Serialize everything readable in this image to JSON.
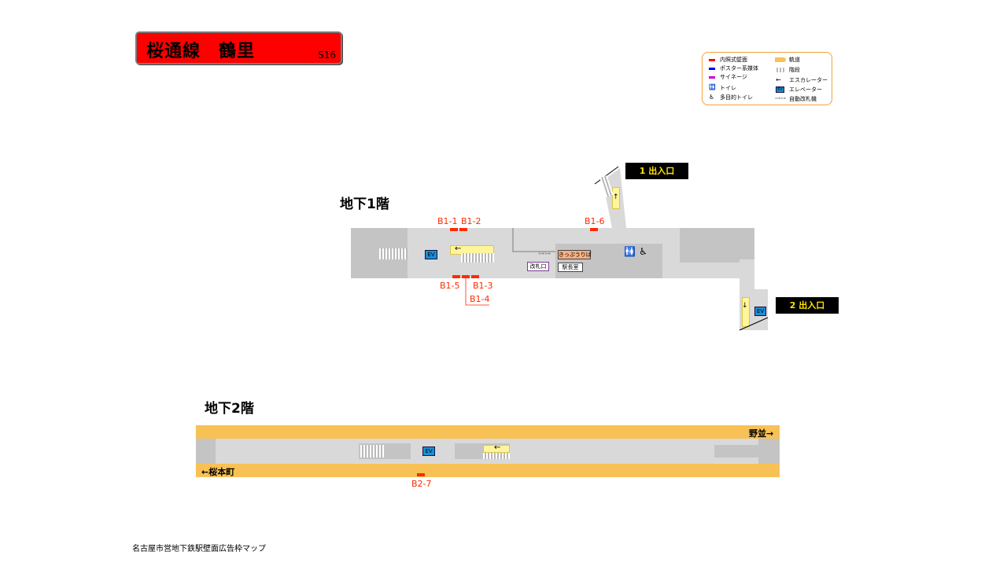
{
  "title": {
    "line_station": "桜通線　鶴里",
    "code": "S16"
  },
  "legend": {
    "items": [
      {
        "label": "内照式壁面",
        "color": "#ff0000",
        "icon": "red-swatch"
      },
      {
        "label": "ポスター系媒体",
        "color": "#0000ff",
        "icon": "blue-swatch"
      },
      {
        "label": "サイネージ",
        "color": "#cc00cc",
        "icon": "magenta-swatch"
      },
      {
        "label": "トイレ",
        "icon": "toilet-icon"
      },
      {
        "label": "多目的トイレ",
        "icon": "accessible-toilet-icon"
      },
      {
        "label": "軌道",
        "color": "#f8c156",
        "icon": "track-swatch"
      },
      {
        "label": "階段",
        "icon": "stairs-swatch"
      },
      {
        "label": "エスカレーター",
        "icon": "escalator-icon"
      },
      {
        "label": "エレベーター",
        "icon": "elevator-icon"
      },
      {
        "label": "自動改札機",
        "icon": "ticket-gate-icon"
      }
    ],
    "ev_text": "EV"
  },
  "floor_b1": {
    "label": "地下1階",
    "exits": [
      {
        "label": "1 出入口"
      },
      {
        "label": "2 出入口"
      }
    ],
    "ev": "EV",
    "rooms": {
      "ticket_gate": "改札口",
      "ticket_office": "きっぷうりば",
      "station_office": "駅長室"
    },
    "ads": [
      {
        "id": "B1-1"
      },
      {
        "id": "B1-2"
      },
      {
        "id": "B1-3"
      },
      {
        "id": "B1-4"
      },
      {
        "id": "B1-5"
      },
      {
        "id": "B1-6"
      }
    ]
  },
  "floor_b2": {
    "label": "地下2階",
    "ev": "EV",
    "direction_right": "野並→",
    "direction_left": "←桜本町",
    "ads": [
      {
        "id": "B2-7"
      }
    ]
  },
  "footer": "名古屋市営地下鉄駅壁面広告枠マップ",
  "colors": {
    "ad_red": "#ff2a00",
    "track": "#f8c156",
    "title_red": "#ff0000",
    "exit_label_bg": "#000000",
    "exit_label_text": "#ffe400",
    "elevator": "#1a8fd6"
  }
}
